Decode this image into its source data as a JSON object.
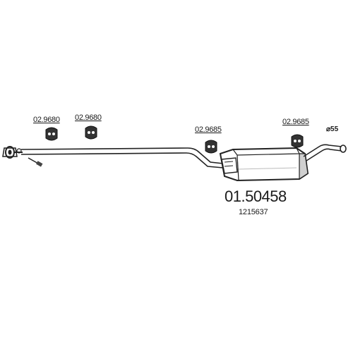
{
  "diagram": {
    "main_part_number": "01.50458",
    "oem_number": "1215637",
    "pipe_diameter_label": "⌀55",
    "hangers": [
      {
        "part_number": "02.9680"
      },
      {
        "part_number": "02.9680"
      },
      {
        "part_number": "02.9685"
      },
      {
        "part_number": "02.9685"
      }
    ],
    "colors": {
      "line": "#222222",
      "shading": "#d0d0d0",
      "text": "#1a1a1a"
    }
  }
}
